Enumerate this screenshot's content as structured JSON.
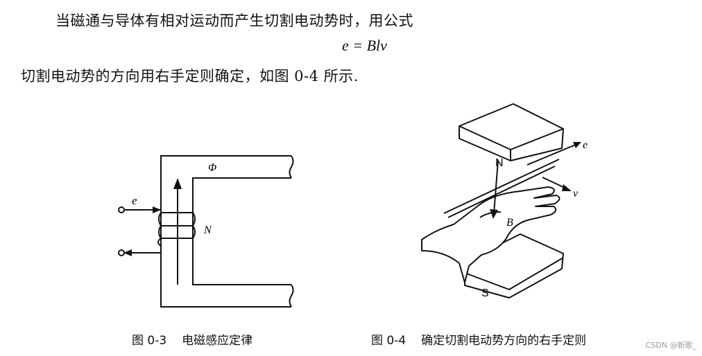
{
  "paragraph": {
    "line1": "当磁通与导体有相对运动而产生切割电动势时，用公式",
    "formula": "e = Blv",
    "line2": "切割电动势的方向用右手定则确定，如图 0-4 所示."
  },
  "figure_03": {
    "caption_number": "图 0-3",
    "caption_title": "电磁感应定律",
    "labels": {
      "flux": "Φ",
      "emf": "e",
      "turns": "N"
    }
  },
  "figure_04": {
    "caption_number": "图 0-4",
    "caption_title": "确定切割电动势方向的右手定则",
    "labels": {
      "north": "N",
      "south": "S",
      "field": "B",
      "emf": "e",
      "velocity": "v"
    }
  },
  "watermark": "CSDN @新歌_"
}
